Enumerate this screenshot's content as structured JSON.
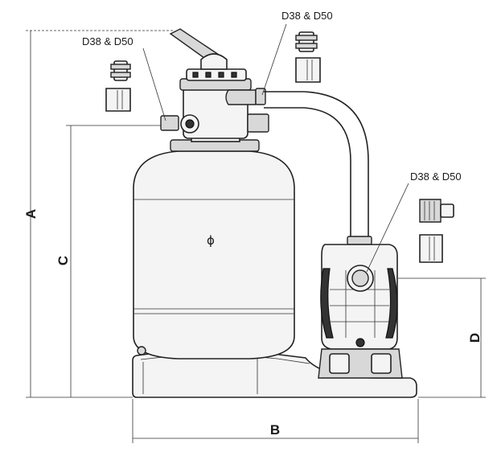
{
  "callouts": {
    "valve_left": "D38 & D50",
    "valve_right": "D38 & D50",
    "pump": "D38 & D50"
  },
  "dimensions": {
    "a": "A",
    "b": "B",
    "c": "C",
    "d": "D",
    "diameter": "ϕ"
  }
}
